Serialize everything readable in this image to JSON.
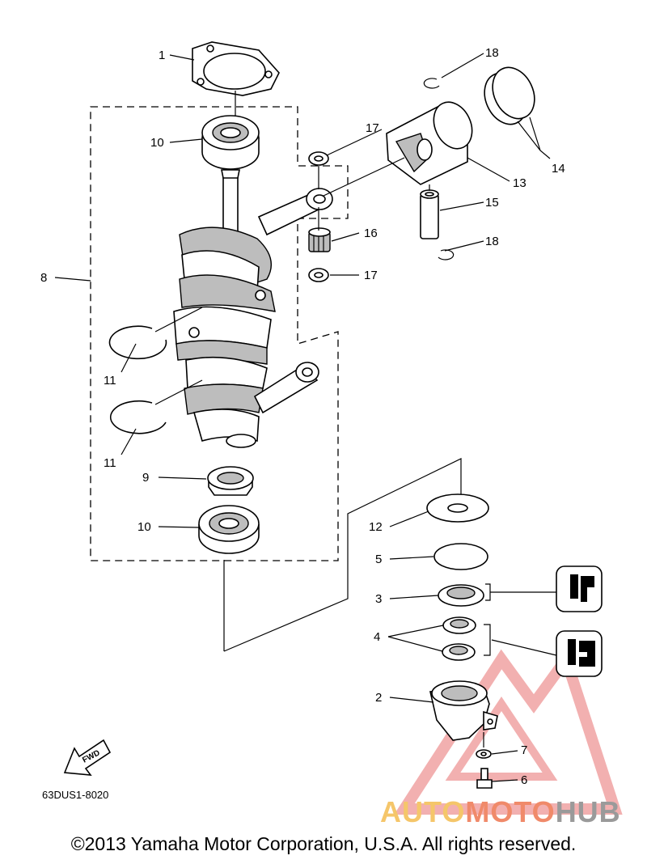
{
  "callouts": {
    "c1": "1",
    "c2": "2",
    "c3": "3",
    "c4": "4",
    "c5": "5",
    "c6": "6",
    "c7": "7",
    "c8": "8",
    "c9": "9",
    "c10a": "10",
    "c10b": "10",
    "c11a": "11",
    "c11b": "11",
    "c12": "12",
    "c13": "13",
    "c14": "14",
    "c15": "15",
    "c16": "16",
    "c17a": "17",
    "c17b": "17",
    "c18a": "18",
    "c18b": "18"
  },
  "fwd_label": "FWD",
  "diagram_code": "63DUS1-8020",
  "watermark": {
    "part1": "AUTO",
    "part2": "MOTO",
    "part3": "HUB",
    "color1": "#f5c66a",
    "color2": "#f08a6a",
    "color3": "#9a9a9a",
    "triangle_color": "#e87070"
  },
  "copyright": "©2013 Yamaha Motor Corporation, U.S.A. All rights reserved."
}
